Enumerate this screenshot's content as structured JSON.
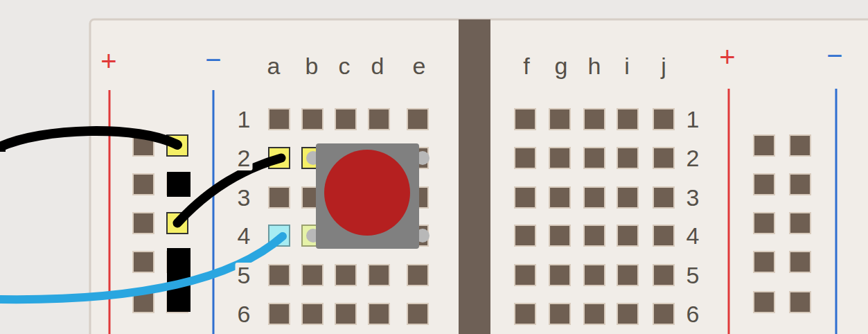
{
  "diagram": {
    "labels": [
      "+",
      "−",
      "a",
      "b",
      "c",
      "d",
      "e",
      "f",
      "g",
      "h",
      "i",
      "j",
      "+",
      "−",
      "1",
      "2",
      "3",
      "4",
      "5",
      "6",
      "1",
      "2",
      "3",
      "4",
      "5",
      "6"
    ]
  }
}
